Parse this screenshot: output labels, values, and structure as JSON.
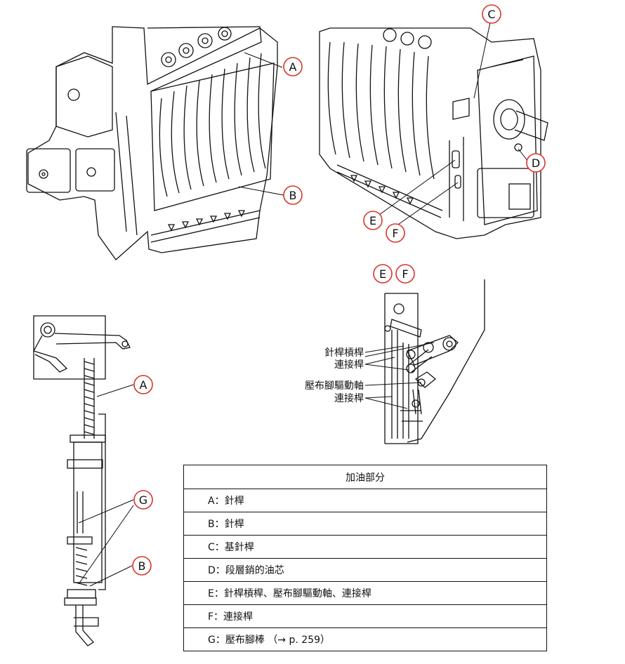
{
  "labels": {
    "A": "A",
    "B": "B",
    "C": "C",
    "D": "D",
    "E": "E",
    "F": "F",
    "G": "G"
  },
  "parts": {
    "needle_bar_lever": "針桿槓桿",
    "link_1": "連接桿",
    "presser_drive_shaft": "壓布腳驅動軸",
    "link_2": "連接桿"
  },
  "table": {
    "header": "加油部分",
    "rows": [
      "A：針桿",
      "B：針桿",
      "C：基針桿",
      "D：段層銷的油芯",
      "E：針桿槓桿、壓布腳驅動軸、連接桿",
      "F：連接桿",
      "G：壓布腳棒 （→ p. 259）"
    ]
  },
  "colors": {
    "callout_ring": "#d9342b",
    "line": "#111111"
  }
}
